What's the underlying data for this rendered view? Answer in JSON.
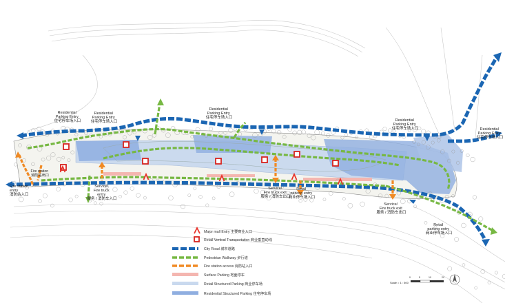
{
  "labels": {
    "res_entry_1": [
      "Residential",
      "Parking Entry",
      "住宅停车场入口"
    ],
    "res_entry_2": [
      "Residential",
      "Parking Entry",
      "住宅停车场入口"
    ],
    "res_entry_3": [
      "Residential",
      "Parking Entry",
      "住宅停车场入口"
    ],
    "res_entry_4": [
      "Residential",
      "Parking Entry",
      "住宅停车场入口"
    ],
    "res_entry_5": [
      "Residential",
      "Parking Entry",
      "住宅停车场入口"
    ],
    "fire_station_entry": [
      "Fire station",
      "entry",
      "消防站入口"
    ],
    "fire_station_exit": [
      "Fire station",
      "消防站出口"
    ],
    "service_fire_entry": [
      "Service/",
      "Fire truck",
      "entry",
      "服务 / 消防车入口"
    ],
    "service_fire_exit_mid": [
      "Service/",
      "Fire truck exit",
      "服务 / 消防车出口"
    ],
    "retail_entry_mid": [
      "Retail",
      "parking entry",
      "商业停车场入口"
    ],
    "service_fire_exit_right": [
      "Service/",
      "Fire truck exit",
      "服务 / 消防车出口"
    ],
    "retail_entry_right": [
      "Retail",
      "parking entry",
      "商业停车场入口"
    ]
  },
  "legend": [
    {
      "id": "major-mall-entry",
      "label": "Major mall Entry 主要商业入口",
      "color": "#e8332a"
    },
    {
      "id": "retail-vertical-transport",
      "label": "Retail Vertical Transportation 商业垂直动线",
      "color": "#d7231f"
    },
    {
      "id": "city-road",
      "label": "City Road 城市道路",
      "color": "#1b66b3"
    },
    {
      "id": "pedestrian-walkway",
      "label": "Pedestrian Walkway 步行道",
      "color": "#77b843"
    },
    {
      "id": "fire-station-access",
      "label": "Fire station access 消防站入口",
      "color": "#f08a24"
    },
    {
      "id": "surface-parking",
      "label": "Surface Parking 地面停车",
      "color": "#f4b6b0"
    },
    {
      "id": "retail-structured-parking",
      "label": "Retail Structured Parking 商业停车场",
      "color": "#c9d9ee"
    },
    {
      "id": "residential-structured-parking",
      "label": "Residential Structured Parking 住宅停车场",
      "color": "#8faee0"
    }
  ],
  "scale": {
    "label": "Scale = 1 : 500",
    "ticks": [
      "0",
      "5",
      "10",
      "20"
    ]
  }
}
